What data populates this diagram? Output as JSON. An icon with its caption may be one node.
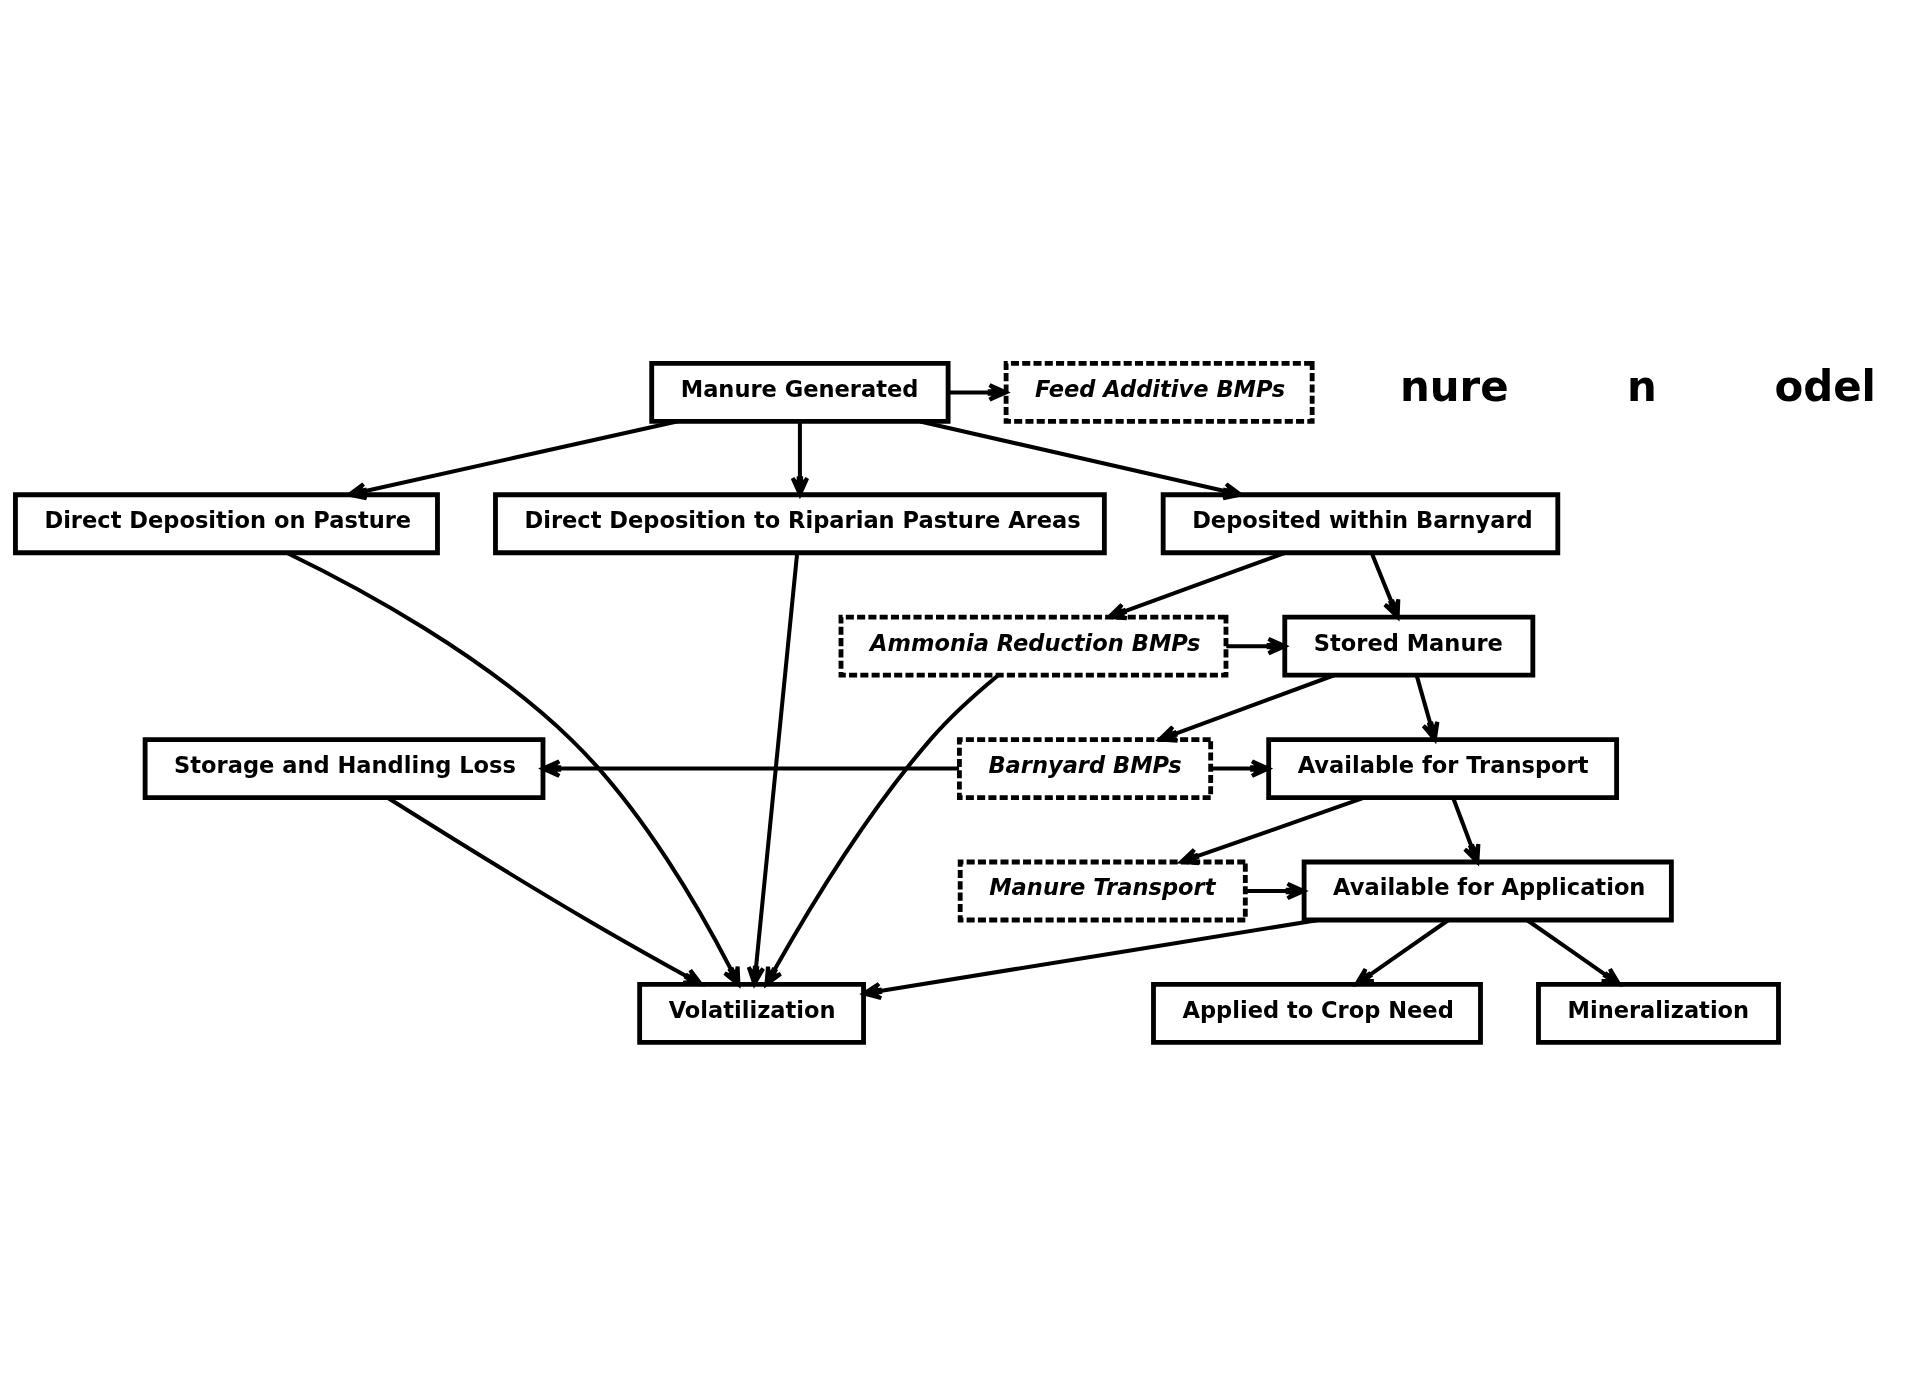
{
  "diagram": {
    "nodes": [
      {
        "text": [
          "Manure Generated"
        ]
      },
      {
        "text": [
          "Feed Additive BMPs"
        ]
      },
      {
        "text": [
          "Direct Deposition on Pasture"
        ]
      },
      {
        "text": [
          "Direct Deposition to Riparian Pasture Areas"
        ]
      },
      {
        "text": [
          "Deposited within Barnyard"
        ]
      },
      {
        "text": [
          "Ammonia Reduction BMPs"
        ]
      },
      {
        "text": [
          "Stored Manure"
        ]
      },
      {
        "text": [
          "Storage and Handling Loss"
        ]
      },
      {
        "text": [
          "Barnyard BMPs"
        ]
      },
      {
        "text": [
          "Available for Transport"
        ]
      },
      {
        "text": [
          "Manure Transport"
        ]
      },
      {
        "text": [
          "Available for Application"
        ]
      },
      {
        "text": [
          "Mineralization"
        ]
      },
      {
        "text": [
          "Volatilization"
        ]
      },
      {
        "text": [
          "Applied to Crop Need"
        ]
      }
    ],
    "edges": [
      {
        "from": 0,
        "to": 1,
        "arrow": "to"
      },
      {
        "from": 0,
        "to": 2,
        "arrow": "to"
      },
      {
        "from": 0,
        "to": 3,
        "arrow": "to"
      },
      {
        "from": 0,
        "to": 4,
        "arrow": "to"
      },
      {
        "from": 4,
        "to": 5,
        "arrow": "to"
      },
      {
        "from": 4,
        "to": 6,
        "arrow": "to"
      },
      {
        "from": 5,
        "to": 6,
        "arrow": "to"
      },
      {
        "from": 6,
        "to": 8,
        "arrow": "to"
      },
      {
        "from": 6,
        "to": 9,
        "arrow": "to"
      },
      {
        "from": 8,
        "to": 9,
        "arrow": "to"
      },
      {
        "from": 8,
        "to": 7,
        "arrow": "to"
      },
      {
        "from": 9,
        "to": 10,
        "arrow": "to"
      },
      {
        "from": 9,
        "to": 11,
        "arrow": "to"
      },
      {
        "from": 10,
        "to": 11,
        "arrow": "to"
      },
      {
        "from": 11,
        "to": 12,
        "arrow": "to"
      },
      {
        "from": 11,
        "to": 14,
        "arrow": "to"
      },
      {
        "from": 11,
        "to": 13,
        "arrow": "to"
      },
      {
        "from": 2,
        "to": 13,
        "arrow": "to"
      },
      {
        "from": 3,
        "to": 13,
        "arrow": "to"
      },
      {
        "from": 5,
        "to": 13,
        "arrow": "to"
      },
      {
        "from": 7,
        "to": 13,
        "arrow": "to"
      }
    ],
    "labels": [
      "nure",
      "n",
      "odel"
    ]
  }
}
